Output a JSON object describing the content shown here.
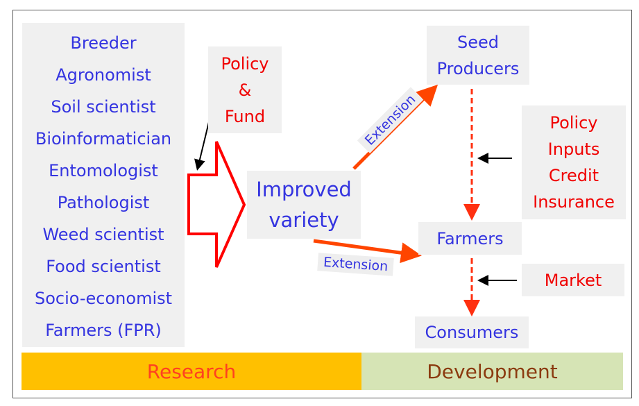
{
  "roles": [
    "Breeder",
    "Agronomist",
    "Soil scientist",
    "Bioinformatician",
    "Entomologist",
    "Pathologist",
    "Weed scientist",
    "Food scientist",
    "Socio-economist",
    "Farmers (FPR)"
  ],
  "policy_fund": [
    "Policy",
    "&",
    "Fund"
  ],
  "improved_variety": [
    "Improved",
    "variety"
  ],
  "seed_producers": [
    "Seed",
    "Producers"
  ],
  "farmers": "Farmers",
  "consumers": "Consumers",
  "enablers": [
    "Policy",
    "Inputs",
    "Credit",
    "Insurance"
  ],
  "market": "Market",
  "extension_upper": "Extension",
  "extension_lower": "Extension",
  "research": "Research",
  "development": "Development",
  "colors": {
    "blue": "#3434e0",
    "red": "#f00000",
    "orange_arrow": "#ff4500",
    "research_bg": "#ffc000",
    "development_bg": "#d6e4b5",
    "development_text": "#8b3a0f"
  }
}
